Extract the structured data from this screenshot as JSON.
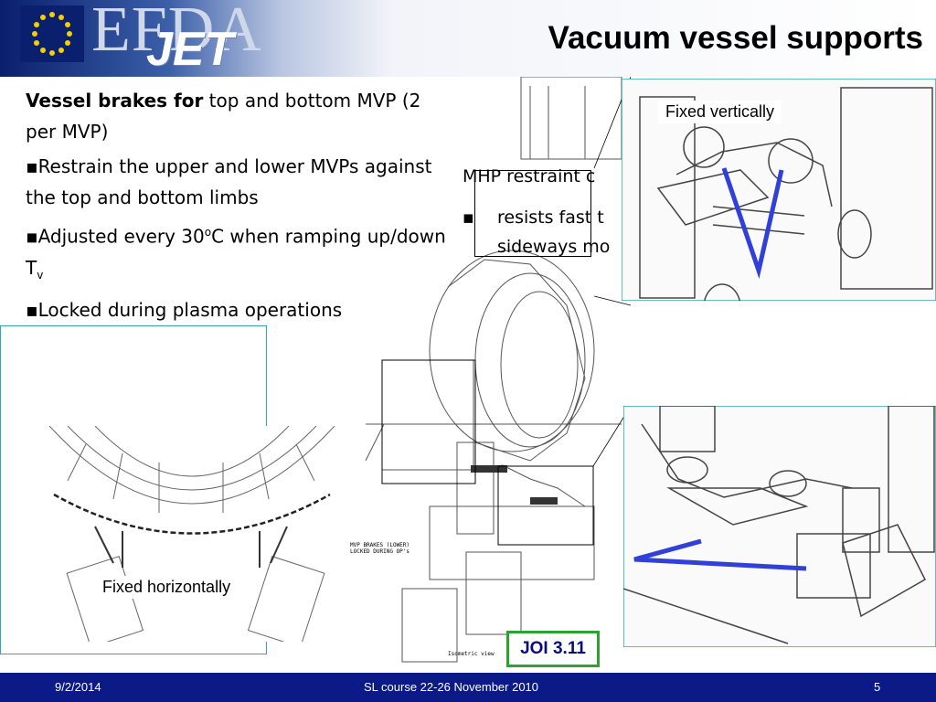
{
  "header": {
    "logo_text_top": "EFDA",
    "logo_text_bottom": "JET",
    "title": "Vacuum vessel supports"
  },
  "left_text": {
    "heading_bold": "Vessel brakes for",
    "heading_rest": " top and bottom MVP (2 per MVP)",
    "bullet1": "Restrain the upper and lower MVPs against the top and bottom limbs",
    "bullet2_pre": "Adjusted every 30",
    "bullet2_sup": "o",
    "bullet2_mid": "C when ramping up/down T",
    "bullet2_sub": "v",
    "bullet3": "Locked during plasma operations"
  },
  "right_text": {
    "mhp_line": "MHP restraint c",
    "mhp_bullet_line1": "resists fast t",
    "mhp_bullet_line2": "sideways mo"
  },
  "labels": {
    "fixed_vertically": "Fixed vertically",
    "fixed_horizontally": "Fixed horizontally",
    "drawing_caption": "MVP BRAKES (LOWER) LOCKED DURING OP's",
    "isometric": "Isometric view",
    "joi": "JOI 3.11"
  },
  "footer": {
    "date": "9/2/2014",
    "course": "SL course 22-26 November 2010",
    "page": "5"
  },
  "colors": {
    "footer_bg": "#0b1a86",
    "joi_border": "#2da32d",
    "annotation_blue": "#3040d8"
  }
}
